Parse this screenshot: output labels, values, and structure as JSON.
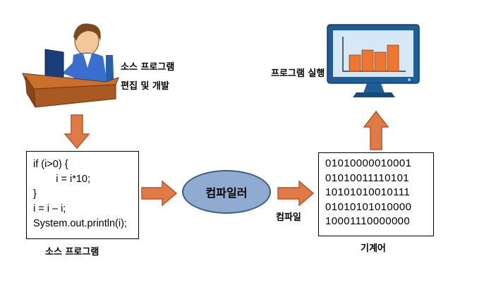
{
  "source_program_edit": {
    "line1": "소스 프로그램",
    "line2": "편집 및 개발"
  },
  "program_run": "프로그램 실행",
  "code_box": {
    "lines": [
      "if (i>0) {",
      "        i = i*10;",
      "}",
      "i = i – i;",
      "System.out.println(i);"
    ],
    "caption": "소스 프로그램"
  },
  "compiler": {
    "label": "컴파일러"
  },
  "compile_label": "컴파일",
  "binary_box": {
    "lines": [
      "01010000010001",
      "01010011110101",
      "10101010010111",
      "01010101010000",
      "10001110000000"
    ],
    "caption": "기계어"
  },
  "colors": {
    "arrow_fill": "#e07b47",
    "arrow_stroke": "#b8552a",
    "compiler_fill": "#8fabcf",
    "monitor_frame": "#1f5d97",
    "screen_bar": "#ee7633"
  },
  "icons": [
    "developer-at-desk-icon",
    "monitor-bar-chart-icon"
  ]
}
